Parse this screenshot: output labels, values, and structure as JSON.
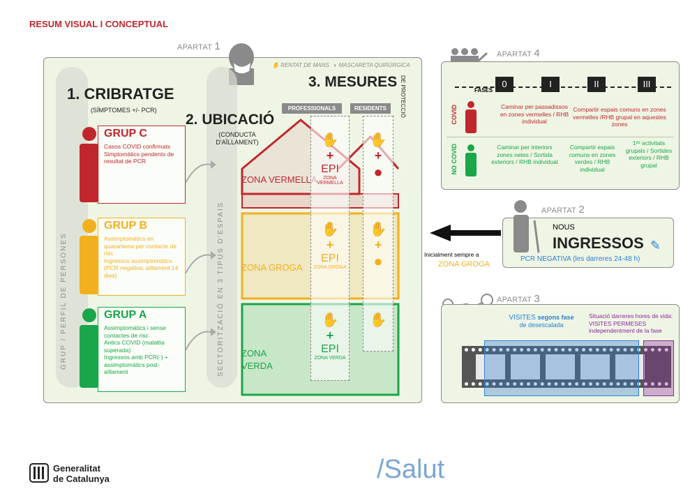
{
  "header": {
    "title": "RESUM VISUAL I CONCEPTUAL"
  },
  "apartat1": {
    "label": "APARTAT",
    "number": "1",
    "legend_hands": "RENTAT DE MANS",
    "legend_mask": "MASCARETA QUIRÚRGICA",
    "cribratge_title": "1. CRIBRATGE",
    "cribratge_sub": "(SÍMPTOMES +/- PCR)",
    "ubicacio_title": "2. UBICACIÓ",
    "ubicacio_sub": "(CONDUCTA D'AÏLLAMENT)",
    "mesures_title": "3. MESURES",
    "mesures_side": "DE PROTECCIÓ",
    "vertical_group": "GRUP / PERFIL DE PERSONES",
    "vertical_sector": "SECTORITZACIÓ EN 3 TIPUS D'ESPAIS",
    "professionals": "PROFESSIONALS",
    "residents": "RESIDENTS",
    "grups": [
      {
        "title": "GRUP C",
        "items": [
          "Casos COVID confirmats",
          "Simptomàtics pendents de resultat de PCR"
        ]
      },
      {
        "title": "GRUP B",
        "items": [
          "Assimptomàtics en quarantena per contacte de risc",
          "Ingressos assimptomàtics (PCR negativa; aïllament 14 dies)"
        ]
      },
      {
        "title": "GRUP A",
        "items": [
          "Assimptomàtics i sense contactes de risc",
          "Antics COVID (malaltia superada)",
          "Ingressos amb PCR(-) + assimptomàtics post-aïllament"
        ]
      }
    ],
    "zones": [
      "ZONA VERMELLA",
      "ZONA GROGA",
      "ZONA VERDA"
    ],
    "epi": "EPI",
    "epi_zones": [
      "ZONA VERMELLA",
      "ZONA GROGA",
      "ZONA VERDA"
    ],
    "plus": "+"
  },
  "apartat4": {
    "label": "APARTAT",
    "number": "4",
    "fases_label": "FASES",
    "phases": [
      "0",
      "I",
      "II",
      "III"
    ],
    "covid_label": "COVID",
    "nocovid_label": "NO COVID",
    "covid_cells": [
      "Caminar per passadissos en zones vermelles / RHB individual",
      "Compartir espais comuns en zones vermelles /RHB grupal en aquestes zones"
    ],
    "nocovid_cells": [
      "Caminar per interiors zones netes / Sortida exteriors / RHB individual",
      "Compartir espais comuns en zones verdes / RHB individual",
      "1ᵉˢ activitats grupals / Sortides exteriors / RHB grupal"
    ]
  },
  "apartat2": {
    "label": "APARTAT",
    "number": "2",
    "nous": "NOUS",
    "ingressos": "INGRESSOS",
    "pcr": "PCR NEGATIVA (les darreres 24-48 h)",
    "initially": "Inicialment sempre a",
    "zona": "ZONA GROGA"
  },
  "apartat3": {
    "label": "APARTAT",
    "number": "3",
    "visites": "VISITES",
    "visites_bold": "segons fase",
    "visites_sub": "de desescalada",
    "situacio": "Situació darreres hores de vida: VISITES PERMESES independentment de la fase"
  },
  "footer": {
    "gen1": "Generalitat",
    "gen2": "de Catalunya",
    "salut": "/Salut"
  },
  "colors": {
    "red": "#c0272d",
    "yellow": "#f2b01e",
    "green": "#1aa64a",
    "blue": "#2d7fd1"
  }
}
